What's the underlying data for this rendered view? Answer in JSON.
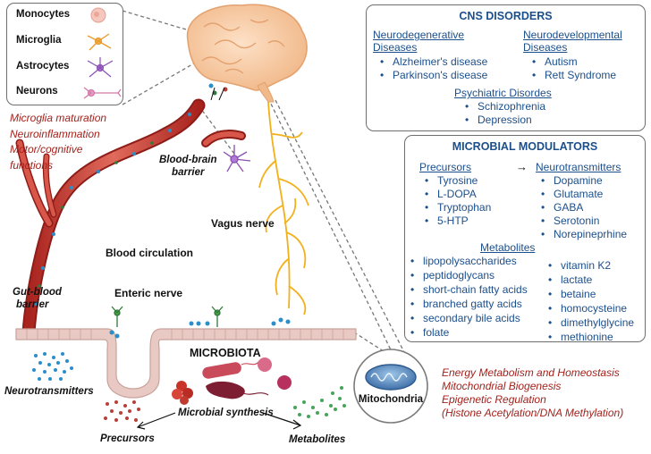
{
  "cells_legend": {
    "items": [
      "Monocytes",
      "Microglia",
      "Astrocytes",
      "Neurons"
    ]
  },
  "cns_effects": [
    "Microglia maturation",
    "Neuroinflammation",
    "Motor/cognitive",
    "functions"
  ],
  "cns_disorders": {
    "title": "CNS DISORDERS",
    "neurodegenerative": {
      "heading_line1": "Neurodegenerative",
      "heading_line2": "Diseases",
      "items": [
        "Alzheimer's disease",
        "Parkinson's disease"
      ]
    },
    "neurodevelopmental": {
      "heading_line1": "Neurodevelopmental",
      "heading_line2": "Diseases",
      "items": [
        "Autism",
        "Rett Syndrome"
      ]
    },
    "psychiatric": {
      "heading": "Psychiatric Disordes",
      "items": [
        "Schizophrenia",
        "Depression"
      ]
    }
  },
  "microbial_modulators": {
    "title": "MICROBIAL MODULATORS",
    "precursors": {
      "heading": "Precursors",
      "items": [
        "Tyrosine",
        "L-DOPA",
        "Tryptophan",
        "5-HTP"
      ]
    },
    "arrow": "→",
    "neurotransmitters": {
      "heading": "Neurotransmitters",
      "items": [
        "Dopamine",
        "Glutamate",
        "GABA",
        "Serotonin",
        "Norepineprhine"
      ]
    },
    "metabolites": {
      "heading": "Metabolites",
      "left": [
        "lipopolysaccharides",
        "peptidoglycans",
        "short-chain fatty acids",
        "branched gatty acids",
        "secondary bile acids",
        "folate"
      ],
      "right": [
        "vitamin K2",
        "lactate",
        "betaine",
        "homocysteine",
        "dimethylglycine",
        "methionine"
      ]
    }
  },
  "labels": {
    "bbb_line1": "Blood-brain",
    "bbb_line2": "barrier",
    "vagus": "Vagus nerve",
    "blood_circulation": "Blood circulation",
    "enteric": "Enteric nerve",
    "gut_blood_line1": "Gut-blood",
    "gut_blood_line2": "barrier",
    "microbiota": "MICROBIOTA",
    "neurotransmitters": "Neurotransmitters",
    "microbial_synthesis": "Microbial synthesis",
    "precursors": "Precursors",
    "metabolites": "Metabolites",
    "mitochondria": "Mitochondria"
  },
  "mito_effects": [
    "Energy Metabolism and Homeostasis",
    "Mitochondrial Biogenesis",
    "Epigenetic Regulation",
    "(Histone Acetylation/DNA Methylation)"
  ],
  "colors": {
    "title_blue": "#1b4f8c",
    "effect_red": "#a3221c",
    "vessel_red": "#b5322a",
    "nerve_yellow": "#f2b01c",
    "gut_pink": "#e8c9c3"
  }
}
